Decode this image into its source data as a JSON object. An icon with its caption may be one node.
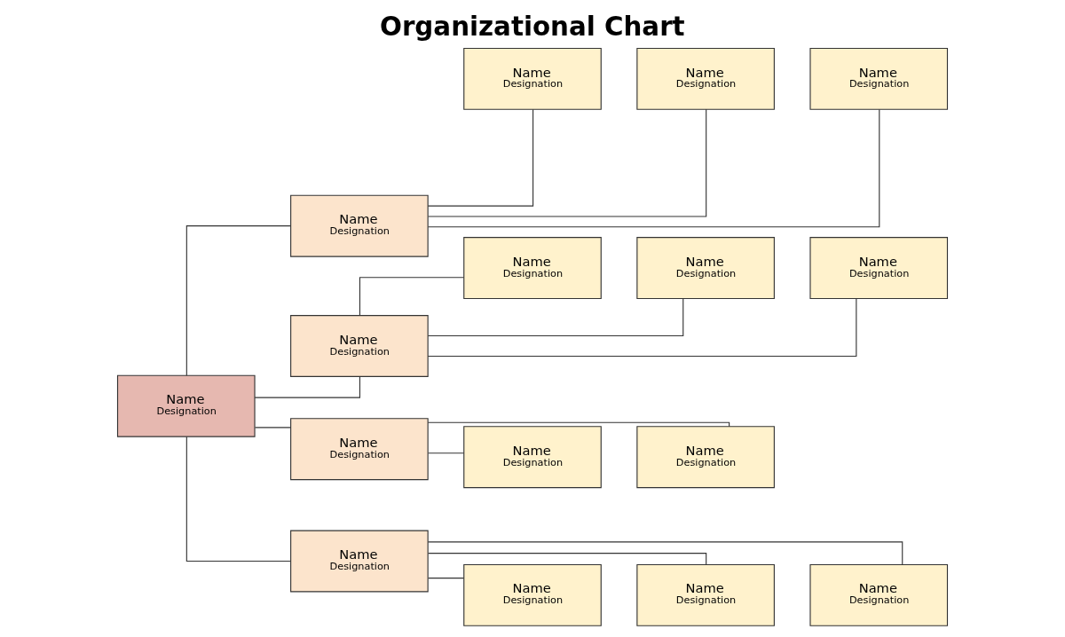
{
  "diagram": {
    "title": "Organizational Chart",
    "nodes": [
      {
        "text": [
          "Name",
          "Designation"
        ]
      },
      {
        "text": [
          "Name",
          "Designation"
        ]
      },
      {
        "text": [
          "Name",
          "Designation"
        ]
      },
      {
        "text": [
          "Name",
          "Designation"
        ]
      },
      {
        "text": [
          "Name",
          "Designation"
        ]
      },
      {
        "text": [
          "Name",
          "Designation"
        ]
      },
      {
        "text": [
          "Name",
          "Designation"
        ]
      },
      {
        "text": [
          "Name",
          "Designation"
        ]
      },
      {
        "text": [
          "Name",
          "Designation"
        ]
      },
      {
        "text": [
          "Name",
          "Designation"
        ]
      },
      {
        "text": [
          "Name",
          "Designation"
        ]
      },
      {
        "text": [
          "Name",
          "Designation"
        ]
      },
      {
        "text": [
          "Name",
          "Designation"
        ]
      },
      {
        "text": [
          "Name",
          "Designation"
        ]
      },
      {
        "text": [
          "Name",
          "Designation"
        ]
      },
      {
        "text": [
          "Name",
          "Designation"
        ]
      }
    ],
    "edges": [
      {
        "from": 0,
        "to": 1,
        "arrow": "none"
      },
      {
        "from": 0,
        "to": 5,
        "arrow": "none"
      },
      {
        "from": 0,
        "to": 9,
        "arrow": "none"
      },
      {
        "from": 0,
        "to": 12,
        "arrow": "none"
      },
      {
        "from": 1,
        "to": 2,
        "arrow": "none"
      },
      {
        "from": 1,
        "to": 3,
        "arrow": "none"
      },
      {
        "from": 1,
        "to": 4,
        "arrow": "none"
      },
      {
        "from": 5,
        "to": 6,
        "arrow": "none"
      },
      {
        "from": 5,
        "to": 7,
        "arrow": "none"
      },
      {
        "from": 5,
        "to": 8,
        "arrow": "none"
      },
      {
        "from": 9,
        "to": 10,
        "arrow": "none"
      },
      {
        "from": 9,
        "to": 11,
        "arrow": "none"
      },
      {
        "from": 12,
        "to": 13,
        "arrow": "none"
      },
      {
        "from": 12,
        "to": 14,
        "arrow": "none"
      },
      {
        "from": 12,
        "to": 15,
        "arrow": "none"
      }
    ]
  }
}
